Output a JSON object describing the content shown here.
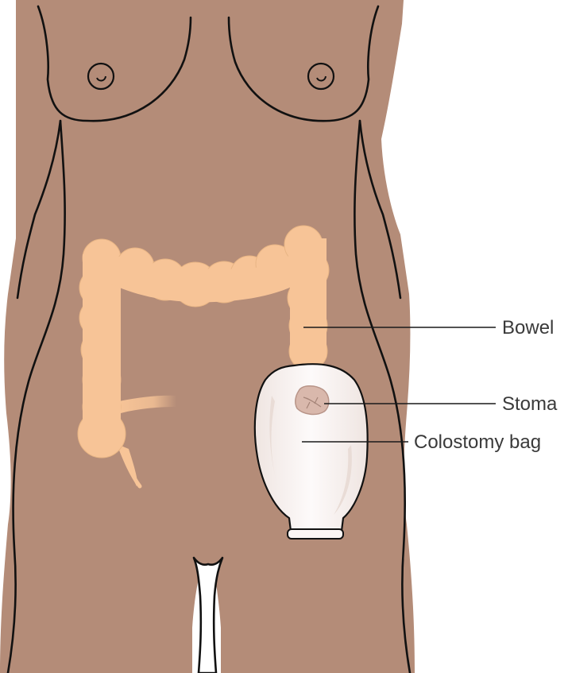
{
  "diagram": {
    "labels": {
      "bowel": "Bowel",
      "stoma": "Stoma",
      "colostomy_bag": "Colostomy bag"
    }
  },
  "colors": {
    "skin": "#b48c78",
    "bowel": "#f7c497",
    "bag": "#fbf6f4",
    "bag_shading": "#e9dcd6",
    "stoma": "#d9b8ac",
    "outline": "#111111",
    "background": "#ffffff"
  }
}
